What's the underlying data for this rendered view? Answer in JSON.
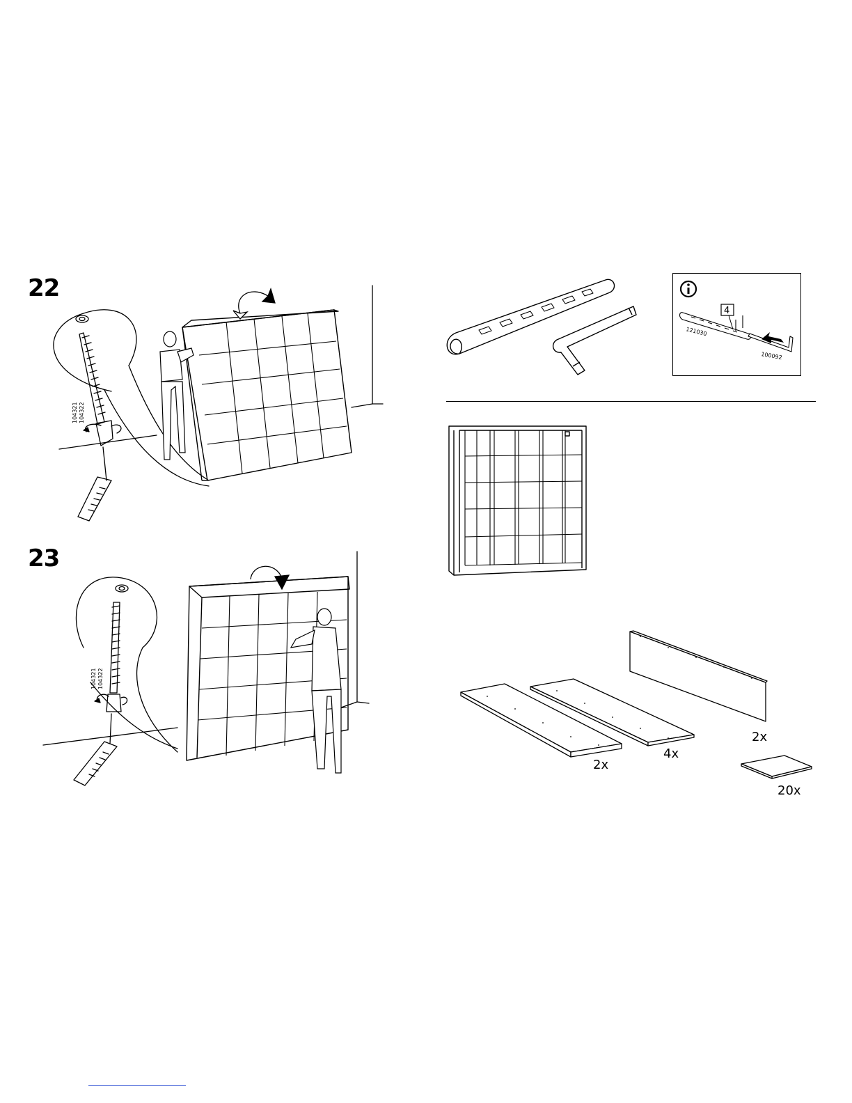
{
  "steps": [
    {
      "number": "22",
      "screw_codes": [
        "104321",
        "104322"
      ]
    },
    {
      "number": "23",
      "screw_codes": [
        "104321",
        "104322"
      ]
    }
  ],
  "info_box": {
    "icon": "info-icon",
    "count_label": "4",
    "part_code_connector": "121030",
    "part_code_key": "100092"
  },
  "parts": [
    {
      "name": "long-shelf-panel",
      "quantity": "2x"
    },
    {
      "name": "medium-shelf-panel",
      "quantity": "4x"
    },
    {
      "name": "side-panel",
      "quantity": "2x"
    },
    {
      "name": "small-shelf-square",
      "quantity": "20x"
    }
  ]
}
